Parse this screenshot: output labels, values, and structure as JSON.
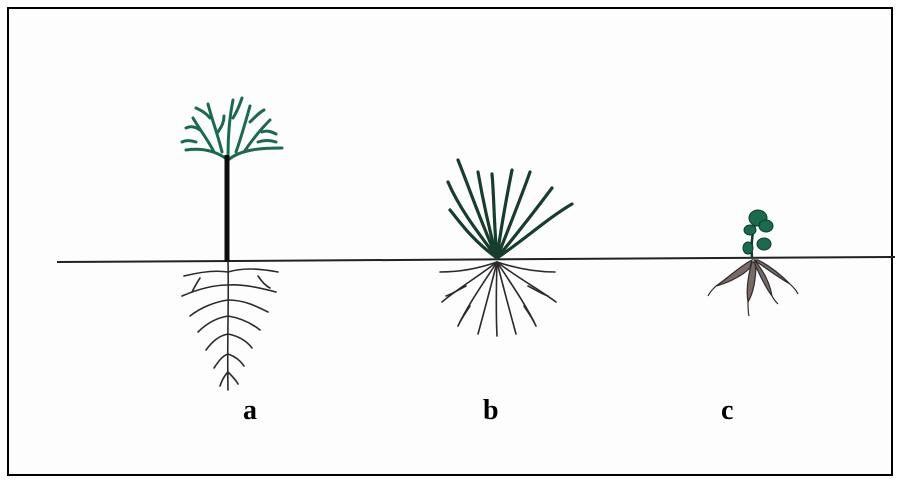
{
  "labels": {
    "a": "a",
    "b": "b",
    "c": "c"
  },
  "colors": {
    "foliage": "#1a6b4d",
    "stem": "#0d0d0d",
    "root": "#2a2a2a",
    "ground": "#222222",
    "tuber": "#7a6a66"
  }
}
